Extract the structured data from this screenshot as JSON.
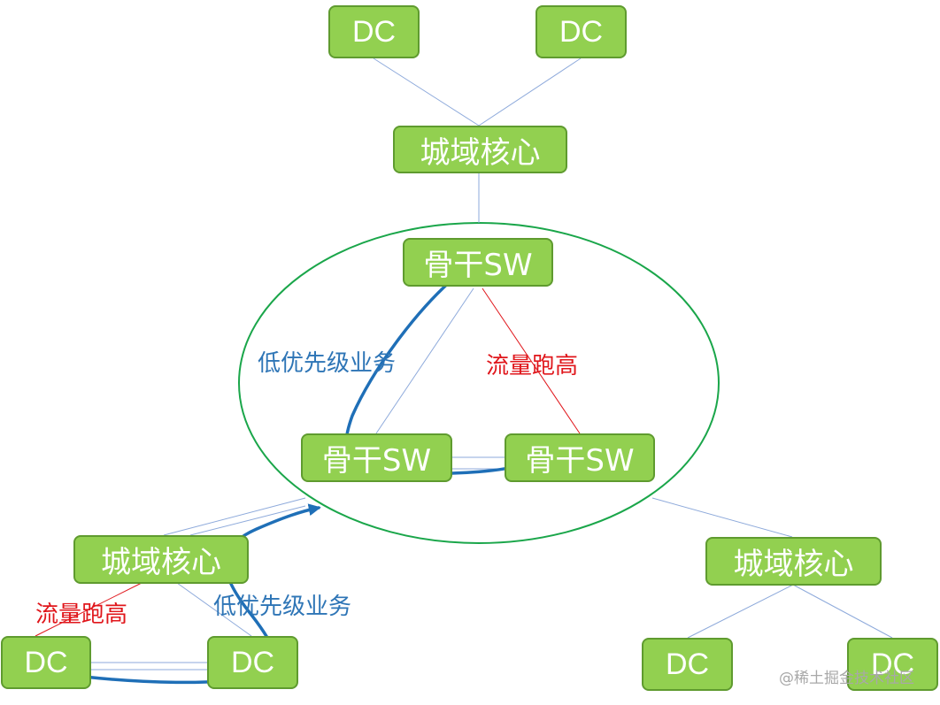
{
  "nodes": {
    "dc_top_left": "DC",
    "dc_top_right": "DC",
    "core_top": "城域核心",
    "backbone_top": "骨干SW",
    "backbone_left": "骨干SW",
    "backbone_right": "骨干SW",
    "core_left": "城域核心",
    "core_right": "城域核心",
    "dc_bottom_left_1": "DC",
    "dc_bottom_left_2": "DC",
    "dc_bottom_right_1": "DC",
    "dc_bottom_right_2": "DC"
  },
  "labels": {
    "low_priority_backbone": "低优先级业务",
    "traffic_high_backbone": "流量跑高",
    "traffic_high_left": "流量跑高",
    "low_priority_left": "低优先级业务"
  },
  "watermark": "@稀土掘金技术社区",
  "colors": {
    "node_fill": "#92d050",
    "node_border": "#5f9b2f",
    "ring": "#1aa64a",
    "link": "#8eaadb",
    "hot_link": "#e0161b",
    "flow": "#1f6fb7"
  }
}
